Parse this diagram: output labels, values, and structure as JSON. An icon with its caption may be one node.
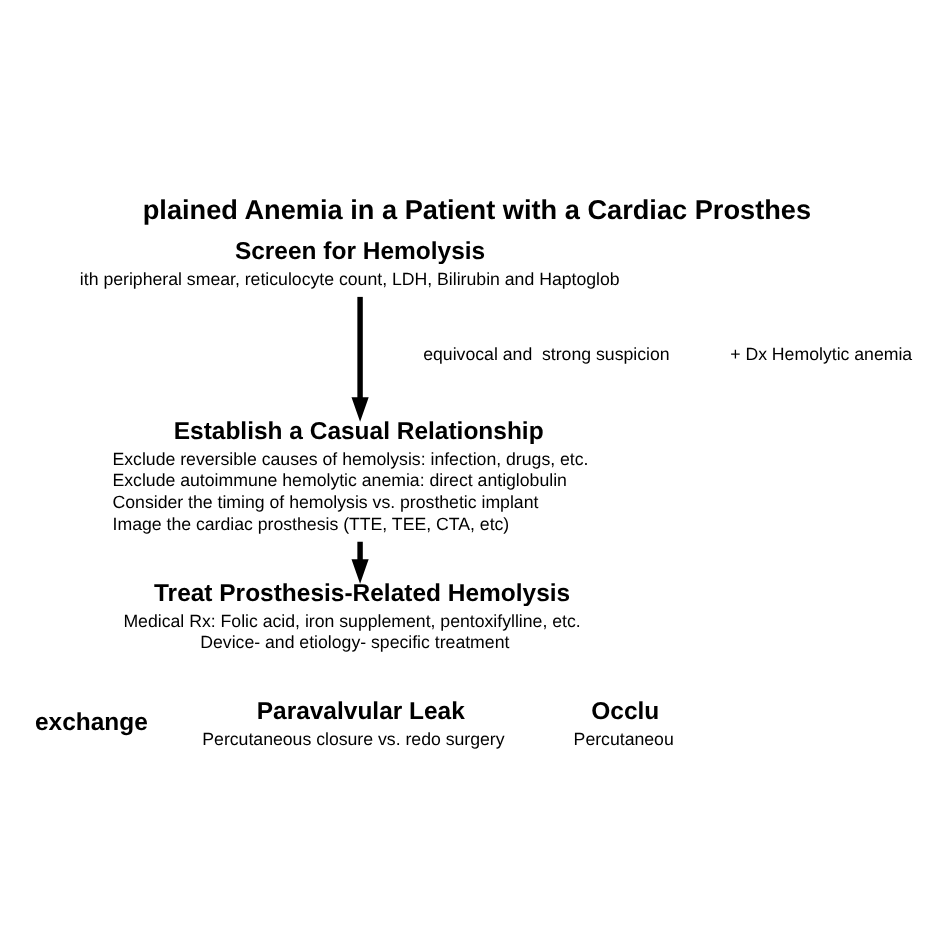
{
  "diagram": {
    "title": "plained Anemia in a Patient with a Cardiac Prosthes",
    "nodes": [
      {
        "text": [
          "Screen for Hemolysis",
          "ith peripheral smear, reticulocyte count, LDH, Bilirubin and Haptoglob"
        ]
      },
      {
        "text": [
          "Establish a Casual Relationship",
          "Exclude reversible causes of hemolysis: infection, drugs, etc.",
          "Exclude autoimmune hemolytic anemia: direct antiglobulin",
          "Consider the timing of hemolysis vs. prosthetic implant",
          "Image the cardiac prosthesis (TTE, TEE, CTA, etc)"
        ]
      },
      {
        "text": [
          "Treat Prosthesis-Related Hemolysis",
          "Medical Rx: Folic acid, iron supplement, pentoxifylline, etc.",
          "Device- and etiology- specific treatment"
        ]
      },
      {
        "text": [
          "exchange"
        ]
      },
      {
        "text": [
          "Paravalvular Leak",
          "Percutaneous closure vs. redo surgery"
        ]
      },
      {
        "text": [
          "Occlu",
          "Percutaneou"
        ]
      }
    ],
    "edges": [
      {
        "from": 0,
        "to": 1,
        "arrow": "to"
      },
      {
        "from": 1,
        "to": 2,
        "arrow": "to"
      }
    ],
    "labels": [
      "equivocal and  strong suspicion",
      "+ Dx Hemolytic anemia"
    ]
  }
}
